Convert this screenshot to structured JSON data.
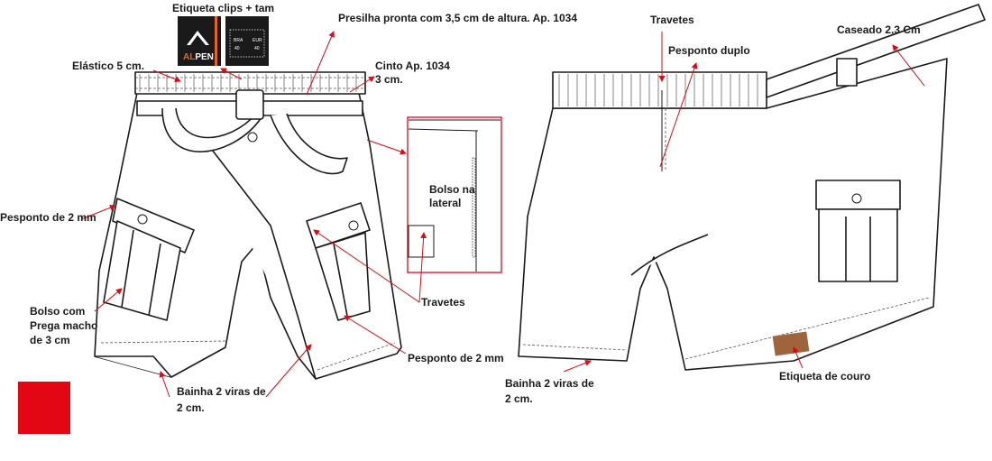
{
  "title_tag": "Etiqueta clips + tam",
  "tag_brand": "ALPEN",
  "tag_size_left": "BRA",
  "tag_size_left_num": "40",
  "tag_size_right": "EUR",
  "tag_size_right_num": "40",
  "front": {
    "presilha": "Presilha pronta com 3,5 cm de altura. Ap. 1034",
    "elastico": "Elástico 5 cm.",
    "cinto_1": "Cinto Ap. 1034",
    "cinto_2": "3 cm.",
    "pesponto_left": "Pesponto de 2 mm",
    "bolso_1": "Bolso com",
    "bolso_2": "Prega macho",
    "bolso_3": "de 3 cm",
    "detail_1": "Bolso na",
    "detail_2": "lateral",
    "travetes": "Travetes",
    "pesponto_right": "Pesponto de 2 mm",
    "bainha_1": "Bainha 2 viras de",
    "bainha_2": "2 cm."
  },
  "back": {
    "travetes": "Travetes",
    "pesponto_duplo": "Pesponto duplo",
    "caseado": "Caseado  2,3 Cm",
    "bainha_1": "Bainha 2 viras de",
    "bainha_2": "2 cm.",
    "etiqueta_couro": "Etiqueta de couro"
  },
  "colors": {
    "accent": "#e30613",
    "line": "#1a1a1a",
    "leather": "#a0643c",
    "tag_orange": "#e8641e"
  }
}
